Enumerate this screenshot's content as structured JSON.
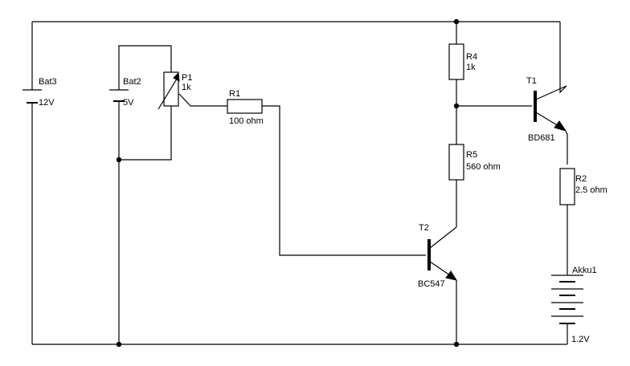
{
  "components": {
    "bat3": {
      "name": "Bat3",
      "value": "12V"
    },
    "bat2": {
      "name": "Bat2",
      "value": "5V"
    },
    "p1": {
      "name": "P1",
      "value": "1k"
    },
    "r1": {
      "name": "R1",
      "value": "100 ohm"
    },
    "r4": {
      "name": "R4",
      "value": "1k"
    },
    "r5": {
      "name": "R5",
      "value": "560 ohm"
    },
    "r2": {
      "name": "R2",
      "value": "2.5 ohm"
    },
    "t1": {
      "name": "T1",
      "value": "BD681"
    },
    "t2": {
      "name": "T2",
      "value": "BC547"
    },
    "akku1": {
      "name": "Akku1",
      "value": "1.2V"
    }
  }
}
